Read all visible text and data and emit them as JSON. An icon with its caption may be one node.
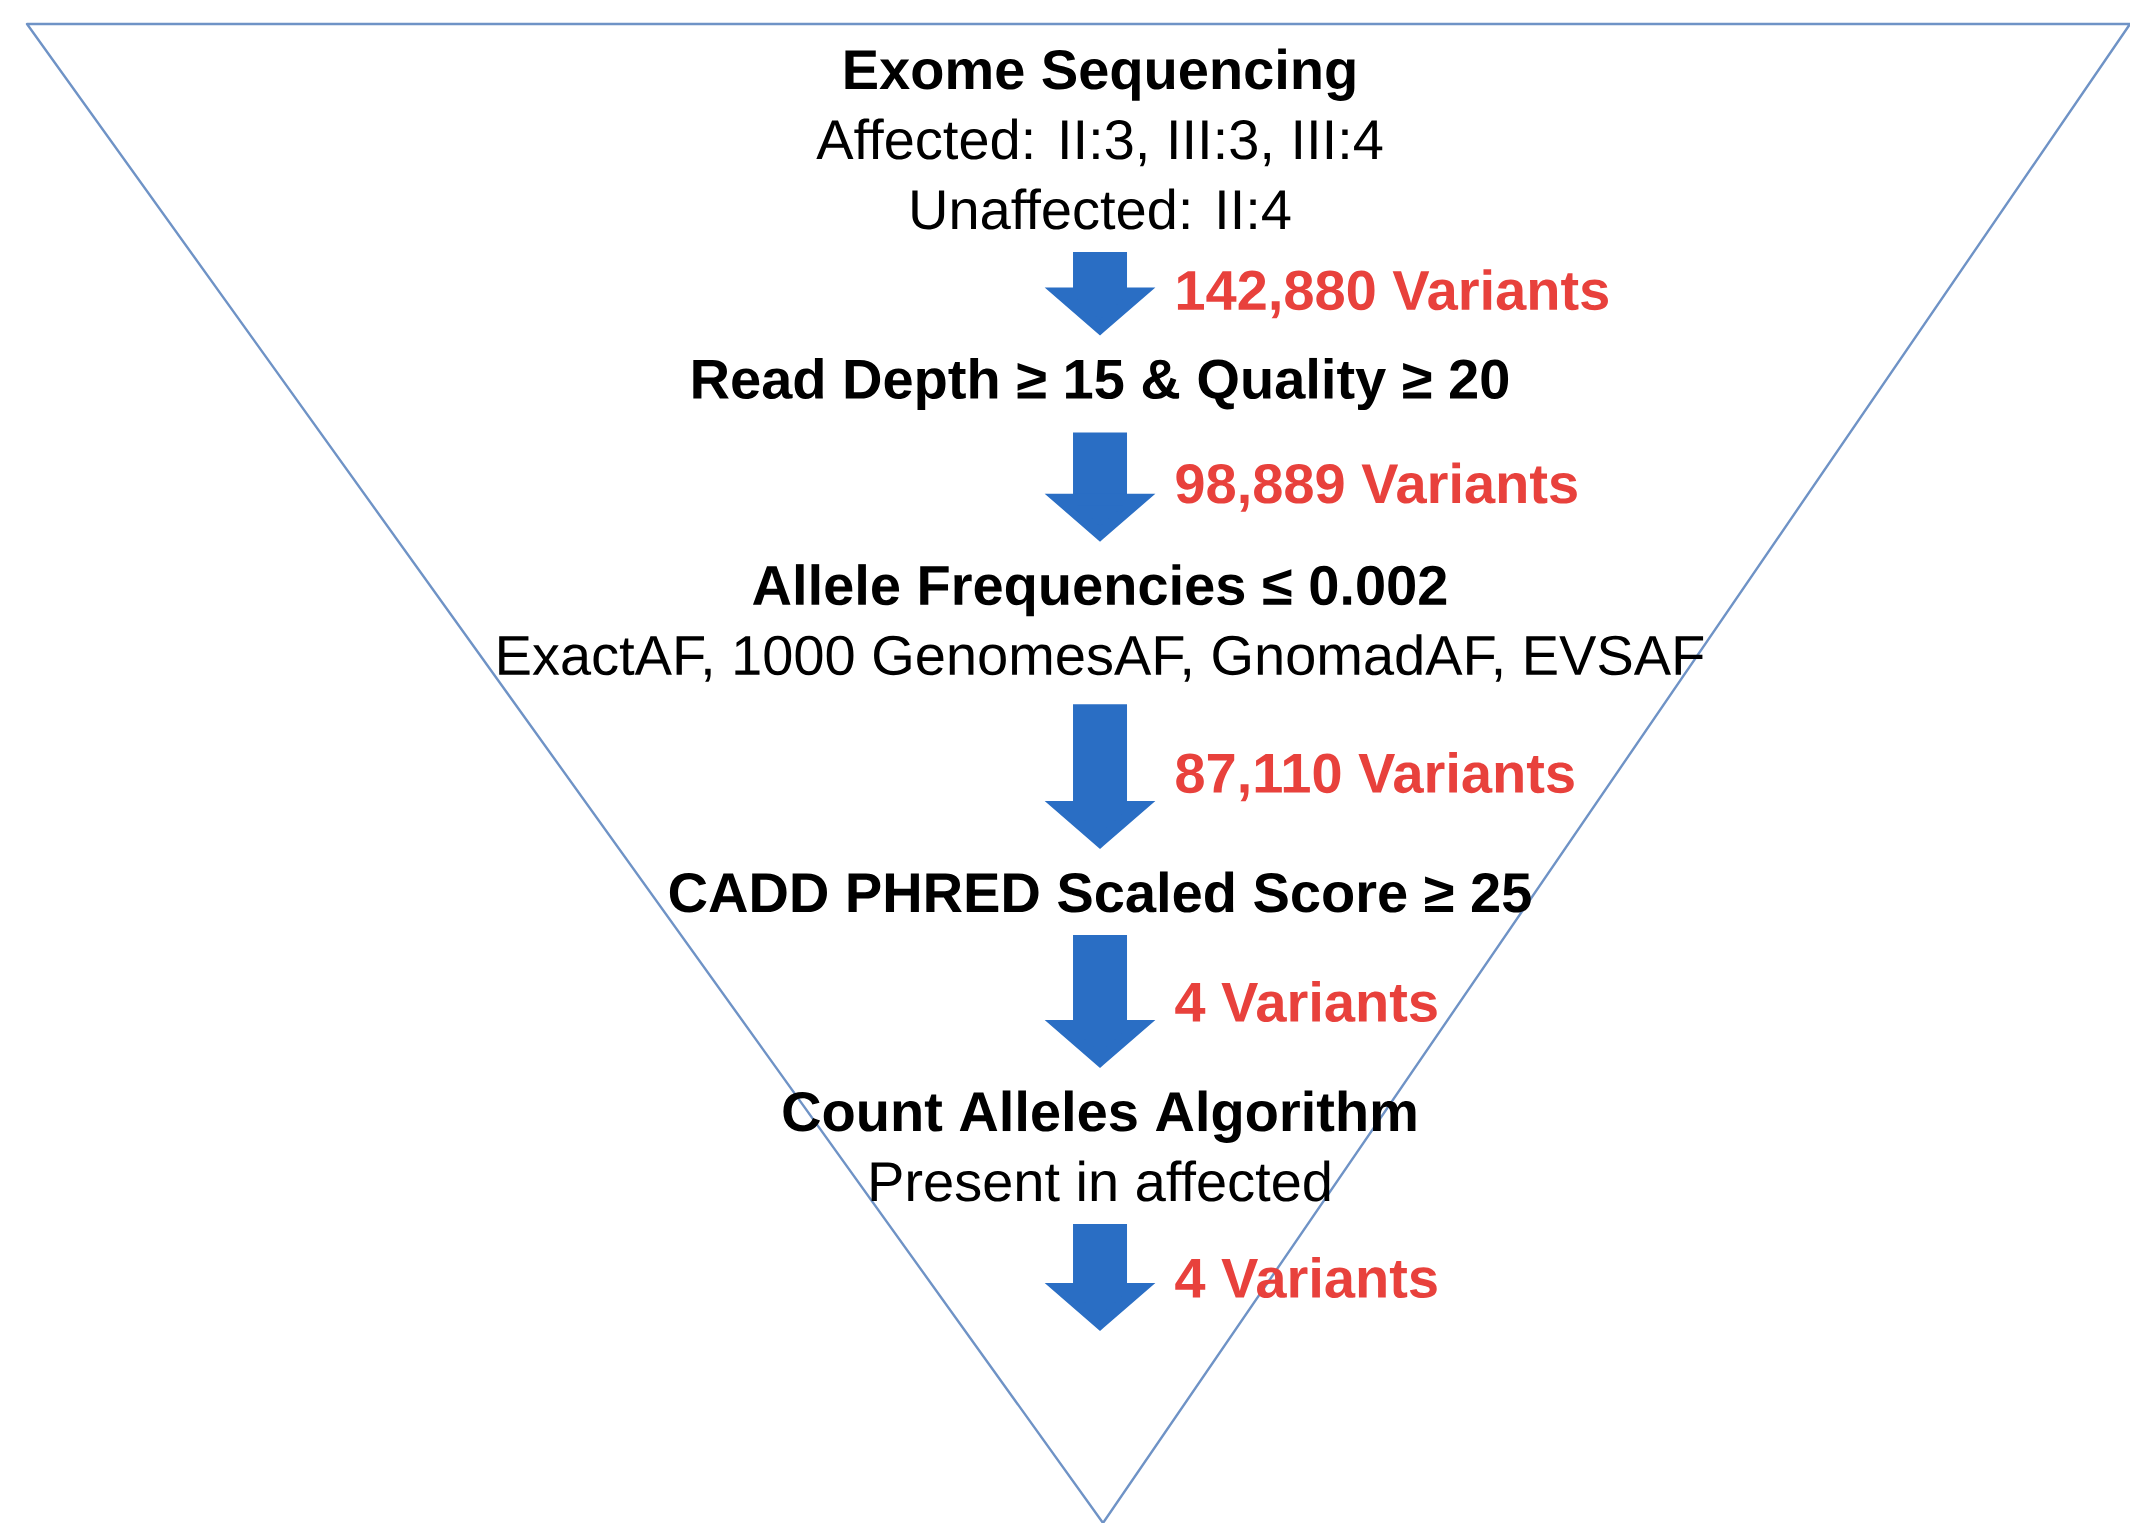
{
  "diagram": {
    "nodes": [
      {
        "text": [
          "Exome Sequencing",
          "Affected: II:3, III:3, III:4",
          "Unaffected: II:4"
        ]
      },
      {
        "text": [
          "Read Depth ≥ 15 & Quality ≥ 20"
        ]
      },
      {
        "text": [
          "Allele Frequencies ≤ 0.002",
          "ExactAF, 1000 GenomesAF, GnomadAF, EVSAF"
        ]
      },
      {
        "text": [
          "CADD PHRED Scaled Score ≥ 25"
        ]
      },
      {
        "text": [
          "Count Alleles Algorithm",
          "Present in affected"
        ]
      }
    ],
    "edges": [
      {
        "from": 0,
        "to": 1,
        "arrow": "to",
        "label": "142,880 Variants"
      },
      {
        "from": 1,
        "to": 2,
        "arrow": "to",
        "label": "98,889 Variants"
      },
      {
        "from": 2,
        "to": 3,
        "arrow": "to",
        "label": "87,110 Variants"
      },
      {
        "from": 3,
        "to": 4,
        "arrow": "to",
        "label": "4 Variants"
      },
      {
        "from": 4,
        "to": null,
        "arrow": "to",
        "label": "4 Variants"
      }
    ]
  }
}
